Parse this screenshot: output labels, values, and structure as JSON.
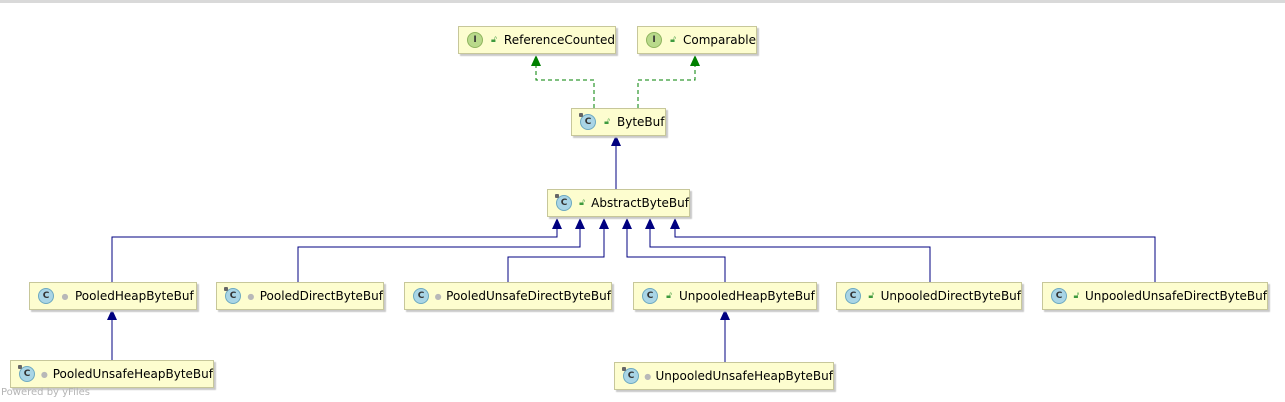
{
  "nodes": [
    {
      "id": "ReferenceCounted",
      "label": "ReferenceCounted",
      "kind": "interface",
      "kind_letter": "I",
      "visibility": "public",
      "visibility_icon": "unlocked-icon"
    },
    {
      "id": "Comparable",
      "label": "Comparable",
      "kind": "interface",
      "kind_letter": "I",
      "visibility": "public",
      "visibility_icon": "unlocked-icon"
    },
    {
      "id": "ByteBuf",
      "label": "ByteBuf",
      "kind": "abstract-class",
      "kind_letter": "C",
      "visibility": "public",
      "visibility_icon": "unlocked-icon"
    },
    {
      "id": "AbstractByteBuf",
      "label": "AbstractByteBuf",
      "kind": "abstract-class",
      "kind_letter": "C",
      "visibility": "public",
      "visibility_icon": "unlocked-icon"
    },
    {
      "id": "PooledHeapByteBuf",
      "label": "PooledHeapByteBuf",
      "kind": "class",
      "kind_letter": "C",
      "visibility": "package",
      "visibility_icon": "package-dot-icon"
    },
    {
      "id": "PooledDirectByteBuf",
      "label": "PooledDirectByteBuf",
      "kind": "class",
      "kind_letter": "C",
      "visibility": "package",
      "visibility_icon": "package-dot-icon"
    },
    {
      "id": "PooledUnsafeDirectByteBuf",
      "label": "PooledUnsafeDirectByteBuf",
      "kind": "class",
      "kind_letter": "C",
      "visibility": "package",
      "visibility_icon": "package-dot-icon"
    },
    {
      "id": "UnpooledHeapByteBuf",
      "label": "UnpooledHeapByteBuf",
      "kind": "class",
      "kind_letter": "C",
      "visibility": "public",
      "visibility_icon": "unlocked-icon"
    },
    {
      "id": "UnpooledDirectByteBuf",
      "label": "UnpooledDirectByteBuf",
      "kind": "class",
      "kind_letter": "C",
      "visibility": "public",
      "visibility_icon": "unlocked-icon"
    },
    {
      "id": "UnpooledUnsafeDirectByteBuf",
      "label": "UnpooledUnsafeDirectByteBuf",
      "kind": "class",
      "kind_letter": "C",
      "visibility": "public",
      "visibility_icon": "unlocked-icon"
    },
    {
      "id": "PooledUnsafeHeapByteBuf",
      "label": "PooledUnsafeHeapByteBuf",
      "kind": "class",
      "kind_letter": "C",
      "visibility": "package",
      "visibility_icon": "package-dot-icon"
    },
    {
      "id": "UnpooledUnsafeHeapByteBuf",
      "label": "UnpooledUnsafeHeapByteBuf",
      "kind": "class",
      "kind_letter": "C",
      "visibility": "package",
      "visibility_icon": "package-dot-icon"
    }
  ],
  "edges": [
    {
      "from": "ByteBuf",
      "to": "ReferenceCounted",
      "type": "implements"
    },
    {
      "from": "ByteBuf",
      "to": "Comparable",
      "type": "implements"
    },
    {
      "from": "AbstractByteBuf",
      "to": "ByteBuf",
      "type": "extends"
    },
    {
      "from": "PooledHeapByteBuf",
      "to": "AbstractByteBuf",
      "type": "extends"
    },
    {
      "from": "PooledDirectByteBuf",
      "to": "AbstractByteBuf",
      "type": "extends"
    },
    {
      "from": "PooledUnsafeDirectByteBuf",
      "to": "AbstractByteBuf",
      "type": "extends"
    },
    {
      "from": "UnpooledHeapByteBuf",
      "to": "AbstractByteBuf",
      "type": "extends"
    },
    {
      "from": "UnpooledDirectByteBuf",
      "to": "AbstractByteBuf",
      "type": "extends"
    },
    {
      "from": "UnpooledUnsafeDirectByteBuf",
      "to": "AbstractByteBuf",
      "type": "extends"
    },
    {
      "from": "PooledUnsafeHeapByteBuf",
      "to": "PooledHeapByteBuf",
      "type": "extends"
    },
    {
      "from": "UnpooledUnsafeHeapByteBuf",
      "to": "UnpooledHeapByteBuf",
      "type": "extends"
    }
  ],
  "colors": {
    "node_fill": "#fdfdcf",
    "node_border": "#c7c79a",
    "extends_line": "#000080",
    "implements_line": "#008000"
  },
  "footer": {
    "text": "Powered by yFiles"
  }
}
